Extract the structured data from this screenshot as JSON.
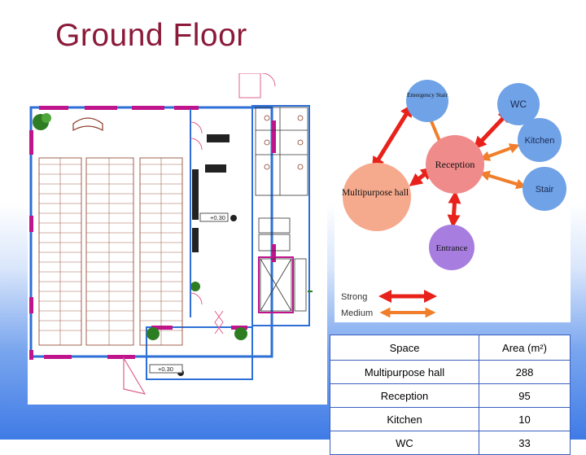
{
  "slide": {
    "title": "Ground Floor"
  },
  "floor_plan": {
    "level_marks": [
      "+0.30",
      "+0.30"
    ]
  },
  "bubble_diagram": {
    "nodes": {
      "emergency_stair": "Emergency Stair",
      "wc": "WC",
      "kitchen": "Kitchen",
      "reception": "Reception",
      "stair": "Stair",
      "multipurpose_hall": "Multipurpose hall",
      "entrance": "Entrance"
    },
    "legend": {
      "strong": "Strong",
      "medium": "Medium"
    },
    "colors": {
      "strong": "#e8221b",
      "medium": "#f07e2a"
    }
  },
  "area_table": {
    "headers": {
      "space": "Space",
      "area": "Area (m²)"
    },
    "rows": [
      {
        "space": "Multipurpose hall",
        "area": "288"
      },
      {
        "space": "Reception",
        "area": "95"
      },
      {
        "space": "Kitchen",
        "area": "10"
      },
      {
        "space": "WC",
        "area": "33"
      }
    ]
  }
}
